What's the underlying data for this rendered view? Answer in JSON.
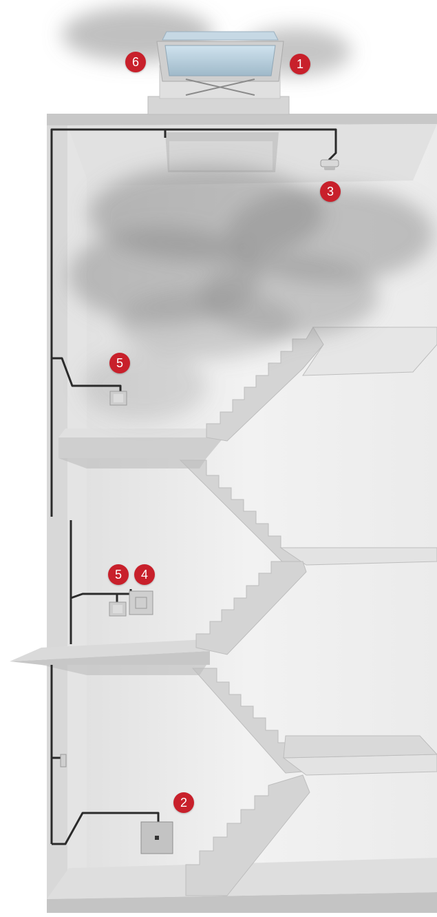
{
  "callouts": {
    "roof_vent": "1",
    "control_panel": "2",
    "smoke_detector": "3",
    "fire_alarm_button": "4",
    "vent_button_top": "5",
    "vent_button_mid": "5",
    "rain_wind_sensor": "6"
  },
  "colors": {
    "callout_fill": "#c8202b",
    "callout_text": "#ffffff",
    "wall": "#ececec",
    "slab": "#d2d2d2",
    "cable": "#2b2b2b",
    "smoke": "#8a8a8a"
  }
}
